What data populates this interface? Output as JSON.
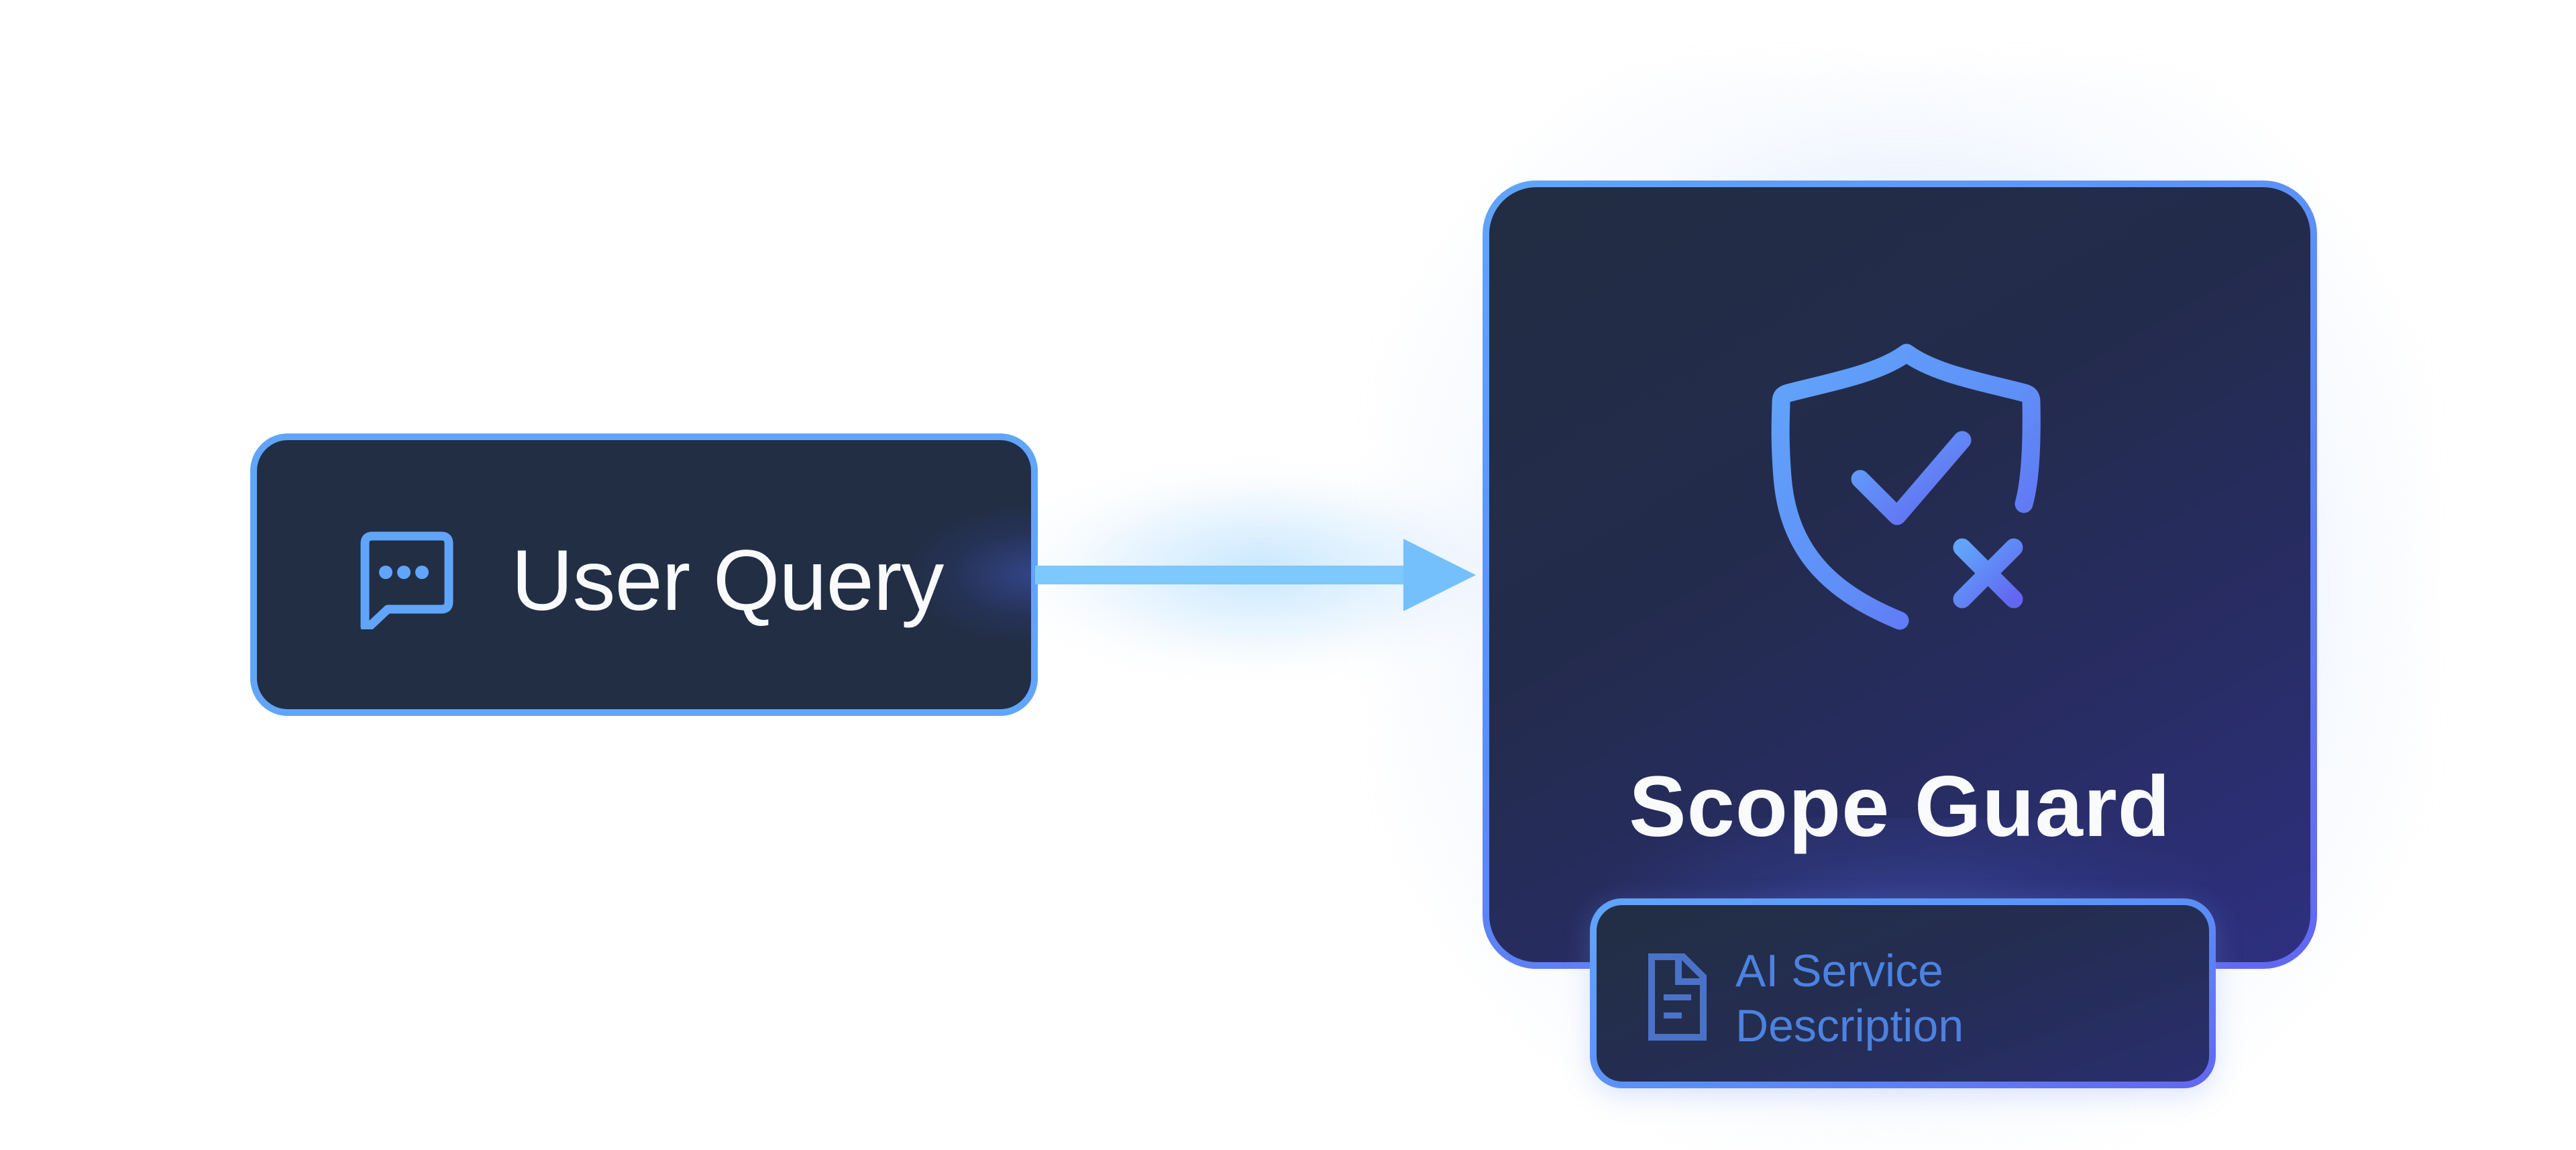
{
  "diagram": {
    "nodes": [
      {
        "id": "user-query",
        "label": "User Query",
        "icon": "chat-bubble-dots-icon"
      },
      {
        "id": "scope-guard",
        "label": "Scope Guard",
        "icon": "shield-check-x-icon"
      },
      {
        "id": "ai-service-description",
        "label_lines": [
          "AI Service",
          "Description"
        ],
        "icon": "document-icon"
      }
    ],
    "edges": [
      {
        "from": "user-query",
        "to": "scope-guard",
        "style": "arrow"
      }
    ],
    "attachments": [
      {
        "node": "ai-service-description",
        "attached_to": "scope-guard",
        "position": "bottom"
      }
    ]
  },
  "colors": {
    "background": "#ffffff",
    "node_fill": "#222e44",
    "node_border": "#60a5fa",
    "accent_indigo": "#6366f1",
    "arrow": "#7dc8fc",
    "title_text": "#f8fafc",
    "muted_text": "#4c82e0"
  }
}
